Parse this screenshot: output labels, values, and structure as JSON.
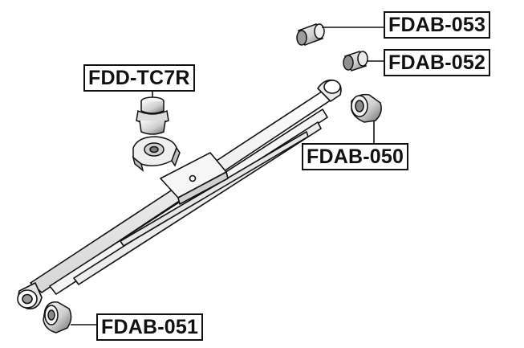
{
  "labels": {
    "fdab_053": "FDAB-053",
    "fdab_052": "FDAB-052",
    "fdd_tc7r": "FDD-TC7R",
    "fdab_050": "FDAB-050",
    "fdab_051": "FDAB-051"
  },
  "colors": {
    "ink": "#111111",
    "part_shadow": "#8a8a8a",
    "part_mid": "#d4d4d4",
    "part_light": "#f2f2f2"
  }
}
